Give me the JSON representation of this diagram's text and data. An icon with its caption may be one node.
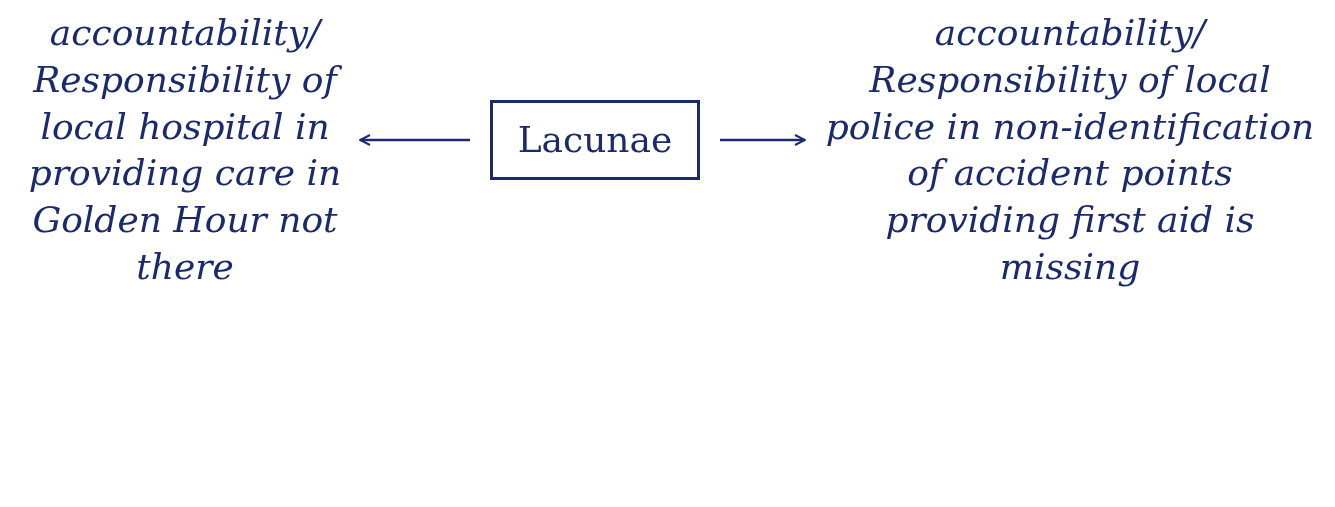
{
  "diagram": {
    "nodes": [
      {
        "text": [
          "accountability/ Responsibility of local hospital in providing care in Golden Hour not there"
        ]
      },
      {
        "text": [
          "Lacunae"
        ]
      },
      {
        "text": [
          "accountability/ Responsibility of local police in non-identification of accident points providing first aid is missing"
        ]
      }
    ],
    "edges": [
      {
        "from": 1,
        "to": 0,
        "arrow": "to"
      },
      {
        "from": 1,
        "to": 2,
        "arrow": "to"
      }
    ]
  }
}
